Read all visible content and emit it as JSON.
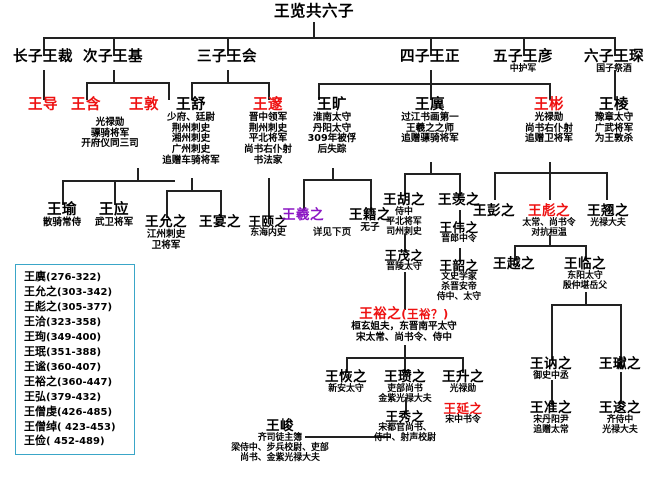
{
  "title": "王览共六子",
  "colors": {
    "red": "#ee1111",
    "purple": "#8B17C4",
    "box_border": "#3aa6c8",
    "line": "#222222",
    "text": "#000000"
  },
  "generation1": [
    {
      "name": "长子王裁",
      "titles": ""
    },
    {
      "name": "次子",
      "name_red": "王基",
      "titles": ""
    },
    {
      "name": "三子王会",
      "titles": ""
    },
    {
      "name": "四子王正",
      "titles": ""
    },
    {
      "name": "五子王彦",
      "titles": "中护军"
    },
    {
      "name": "六子王琛",
      "titles": "国子祭酒"
    }
  ],
  "generation2": [
    {
      "name": "王导",
      "color": "red",
      "titles": ""
    },
    {
      "name": "王含",
      "color": "red",
      "titles": ""
    },
    {
      "name": "王敦",
      "color": "red",
      "titles": "光禄勋\n骠骑将军\n开府仪同三司"
    },
    {
      "name": "王舒",
      "color": "black",
      "titles": "少府、廷尉\n荆州刺史\n湘州刺史\n广州刺史\n追赠车骑将军"
    },
    {
      "name": "王邃",
      "color": "red",
      "titles": "晋中领军\n荆州刺史\n平北将军\n尚书右仆射\n书法家"
    },
    {
      "name": "王旷",
      "color": "black",
      "titles": "淮南太守\n丹阳太守\n309年被俘\n后失踪"
    },
    {
      "name": "王廙",
      "color": "black",
      "titles": "过江书画第一\n王羲之之师\n追赠骠骑将军"
    },
    {
      "name": "王彬",
      "color": "red",
      "titles": "光禄勋\n尚书右仆射\n追赠卫将军"
    },
    {
      "name": "王棱",
      "color": "black",
      "titles": "豫章太守\n广武将军\n为王敦杀"
    }
  ],
  "generation3": [
    {
      "name": "王瑜",
      "titles": "散骑常侍"
    },
    {
      "name": "王应",
      "titles": "武卫将军"
    },
    {
      "name": "王允之",
      "titles": "江州刺史\n卫将军"
    },
    {
      "name": "王宴之",
      "titles": ""
    },
    {
      "name": "王颐之",
      "titles": "东海内史"
    },
    {
      "name": "王羲之",
      "color": "purple",
      "note": "详见下页"
    },
    {
      "name": "王籍之",
      "titles": "无子"
    },
    {
      "name": "王胡之",
      "titles": "侍中\n平北将军\n司州刺史"
    },
    {
      "name": "王羡之",
      "titles": ""
    },
    {
      "name": "王彭之",
      "titles": ""
    },
    {
      "name": "王彪之",
      "color": "red",
      "titles": "太常、尚书令\n对抗桓温"
    },
    {
      "name": "王翘之",
      "titles": "光禄大夫"
    }
  ],
  "generation4": [
    {
      "name": "王伟之",
      "titles": "晋郎中令"
    },
    {
      "name": "王茂之",
      "titles": "晋陵太守"
    },
    {
      "name": "王韶之",
      "titles": "文史学家\n杀晋安帝\n侍中、太守"
    },
    {
      "name": "王越之",
      "titles": ""
    },
    {
      "name": "王临之",
      "titles": "东阳太守\n殷仲堪岳父"
    }
  ],
  "generation5": [
    {
      "name": "王裕之",
      "color": "red",
      "suffix": "(王裕？)",
      "titles": "桓玄姐夫，东晋南平太守\n宋太常、尚书令、侍中"
    },
    {
      "name": "王讷之",
      "titles": "御史中丞"
    },
    {
      "name": "王瓛之",
      "titles": ""
    }
  ],
  "generation6": [
    {
      "name": "王恢之",
      "titles": "新安太守"
    },
    {
      "name": "王瓒之",
      "titles": "吏部尚书\n金紫光禄大夫"
    },
    {
      "name": "王升之",
      "titles": "光禄勋"
    },
    {
      "name": "王延之",
      "color": "red",
      "titles": "宋中书令"
    },
    {
      "name": "王准之",
      "titles": "宋丹阳尹\n追赠太常"
    },
    {
      "name": "王逡之",
      "titles": "齐侍中\n光禄大夫"
    }
  ],
  "generation7": [
    {
      "name": "王秀之",
      "titles": "宋都官尚书、\n侍中、射声校尉"
    },
    {
      "name": "王峻",
      "titles": "齐司徒主簿\n梁侍中、步兵校尉、吏部\n尚书、金紫光禄大夫"
    }
  ],
  "legend_box": {
    "entries": [
      {
        "name": "王廙",
        "years": "(276-322)"
      },
      {
        "name": "王允之",
        "years": "(303-342)"
      },
      {
        "name": "王彪之",
        "years": "(305-377)"
      },
      {
        "name": "王洽",
        "years": "(323-358)"
      },
      {
        "name": "王珣",
        "years": "(349-400)"
      },
      {
        "name": "王珉",
        "years": "(351-388)"
      },
      {
        "name": "王谧",
        "years": "(360-407)"
      },
      {
        "name": "王裕之",
        "years": "(360-447)"
      },
      {
        "name": "王弘",
        "years": "(379-432)"
      },
      {
        "name": "王僧虔",
        "years": "(426-485)"
      },
      {
        "name": "王僧绰",
        "years": "( 423-453)"
      },
      {
        "name": "王俭",
        "years": "( 452-489)"
      }
    ]
  }
}
